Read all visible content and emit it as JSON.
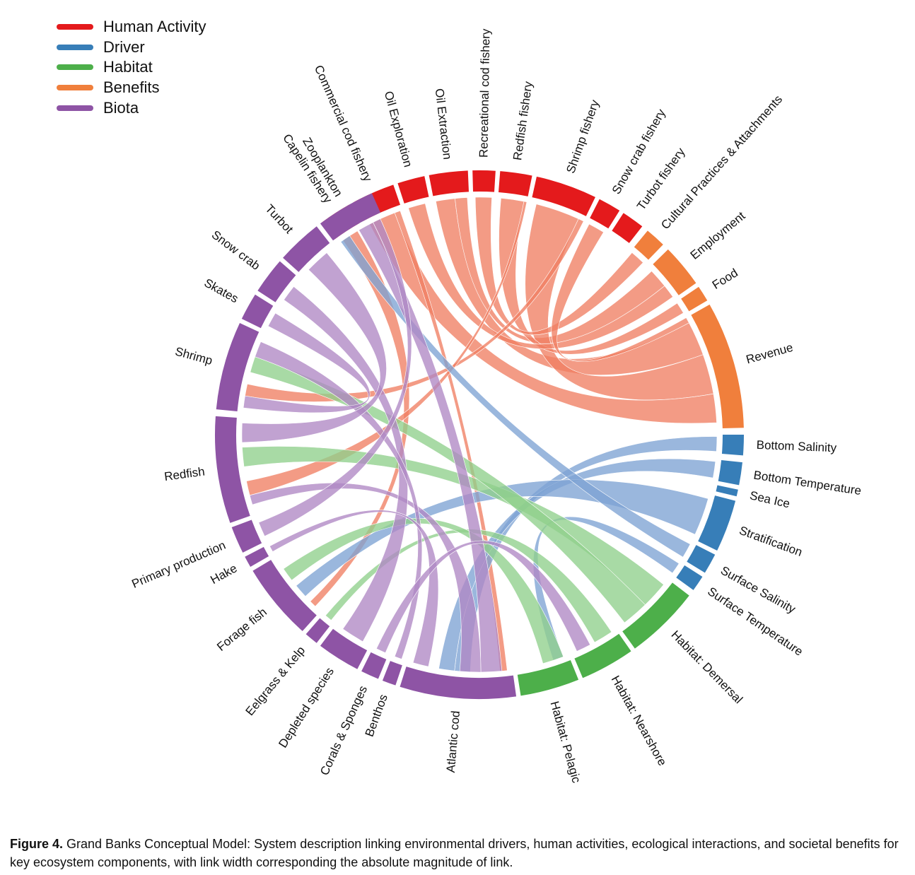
{
  "legend": [
    {
      "label": "Human Activity",
      "color": "#e41a1c"
    },
    {
      "label": "Driver",
      "color": "#377eb8"
    },
    {
      "label": "Habitat",
      "color": "#4daf4a"
    },
    {
      "label": "Benefits",
      "color": "#f07f3c"
    },
    {
      "label": "Biota",
      "color": "#8e54a5"
    }
  ],
  "segments": [
    {
      "label": "Capelin fishery",
      "group": "Human Activity",
      "color": "#e41a1c"
    },
    {
      "label": "Commercial cod fishery",
      "group": "Human Activity",
      "color": "#e41a1c"
    },
    {
      "label": "Oil Exploration",
      "group": "Human Activity",
      "color": "#e41a1c"
    },
    {
      "label": "Oil Extraction",
      "group": "Human Activity",
      "color": "#e41a1c"
    },
    {
      "label": "Recreational cod fishery",
      "group": "Human Activity",
      "color": "#e41a1c"
    },
    {
      "label": "Redfish fishery",
      "group": "Human Activity",
      "color": "#e41a1c"
    },
    {
      "label": "Shrimp fishery",
      "group": "Human Activity",
      "color": "#e41a1c"
    },
    {
      "label": "Snow crab fishery",
      "group": "Human Activity",
      "color": "#e41a1c"
    },
    {
      "label": "Turbot fishery",
      "group": "Human Activity",
      "color": "#e41a1c"
    },
    {
      "label": "Cultural Practices & Attachments",
      "group": "Benefits",
      "color": "#f07f3c"
    },
    {
      "label": "Employment",
      "group": "Benefits",
      "color": "#f07f3c"
    },
    {
      "label": "Food",
      "group": "Benefits",
      "color": "#f07f3c"
    },
    {
      "label": "Revenue",
      "group": "Benefits",
      "color": "#f07f3c"
    },
    {
      "label": "Bottom Salinity",
      "group": "Driver",
      "color": "#377eb8"
    },
    {
      "label": "Bottom Temperature",
      "group": "Driver",
      "color": "#377eb8"
    },
    {
      "label": "Sea Ice",
      "group": "Driver",
      "color": "#377eb8"
    },
    {
      "label": "Stratification",
      "group": "Driver",
      "color": "#377eb8"
    },
    {
      "label": "Surface Salinity",
      "group": "Driver",
      "color": "#377eb8"
    },
    {
      "label": "Surface Temperature",
      "group": "Driver",
      "color": "#377eb8"
    },
    {
      "label": "Habitat: Demersal",
      "group": "Habitat",
      "color": "#4daf4a"
    },
    {
      "label": "Habitat: Nearshore",
      "group": "Habitat",
      "color": "#4daf4a"
    },
    {
      "label": "Habitat: Pelagic",
      "group": "Habitat",
      "color": "#4daf4a"
    },
    {
      "label": "Atlantic cod",
      "group": "Biota",
      "color": "#8e54a5"
    },
    {
      "label": "Benthos",
      "group": "Biota",
      "color": "#8e54a5"
    },
    {
      "label": "Corals & Sponges",
      "group": "Biota",
      "color": "#8e54a5"
    },
    {
      "label": "Depleted species",
      "group": "Biota",
      "color": "#8e54a5"
    },
    {
      "label": "Eelgrass & Kelp",
      "group": "Biota",
      "color": "#8e54a5"
    },
    {
      "label": "Forage fish",
      "group": "Biota",
      "color": "#8e54a5"
    },
    {
      "label": "Hake",
      "group": "Biota",
      "color": "#8e54a5"
    },
    {
      "label": "Primary production",
      "group": "Biota",
      "color": "#8e54a5"
    },
    {
      "label": "Redfish",
      "group": "Biota",
      "color": "#8e54a5"
    },
    {
      "label": "Shrimp",
      "group": "Biota",
      "color": "#8e54a5"
    },
    {
      "label": "Skates",
      "group": "Biota",
      "color": "#8e54a5"
    },
    {
      "label": "Snow crab",
      "group": "Biota",
      "color": "#8e54a5"
    },
    {
      "label": "Turbot",
      "group": "Biota",
      "color": "#8e54a5"
    },
    {
      "label": "Zooplankton",
      "group": "Biota",
      "color": "#8e54a5"
    }
  ],
  "caption": {
    "figure": "Figure 4.",
    "text": "Grand Banks Conceptual Model: System description linking environmental drivers, human activities, ecological interactions, and societal benefits for key ecosystem components, with link width corresponding the absolute magnitude of link."
  }
}
